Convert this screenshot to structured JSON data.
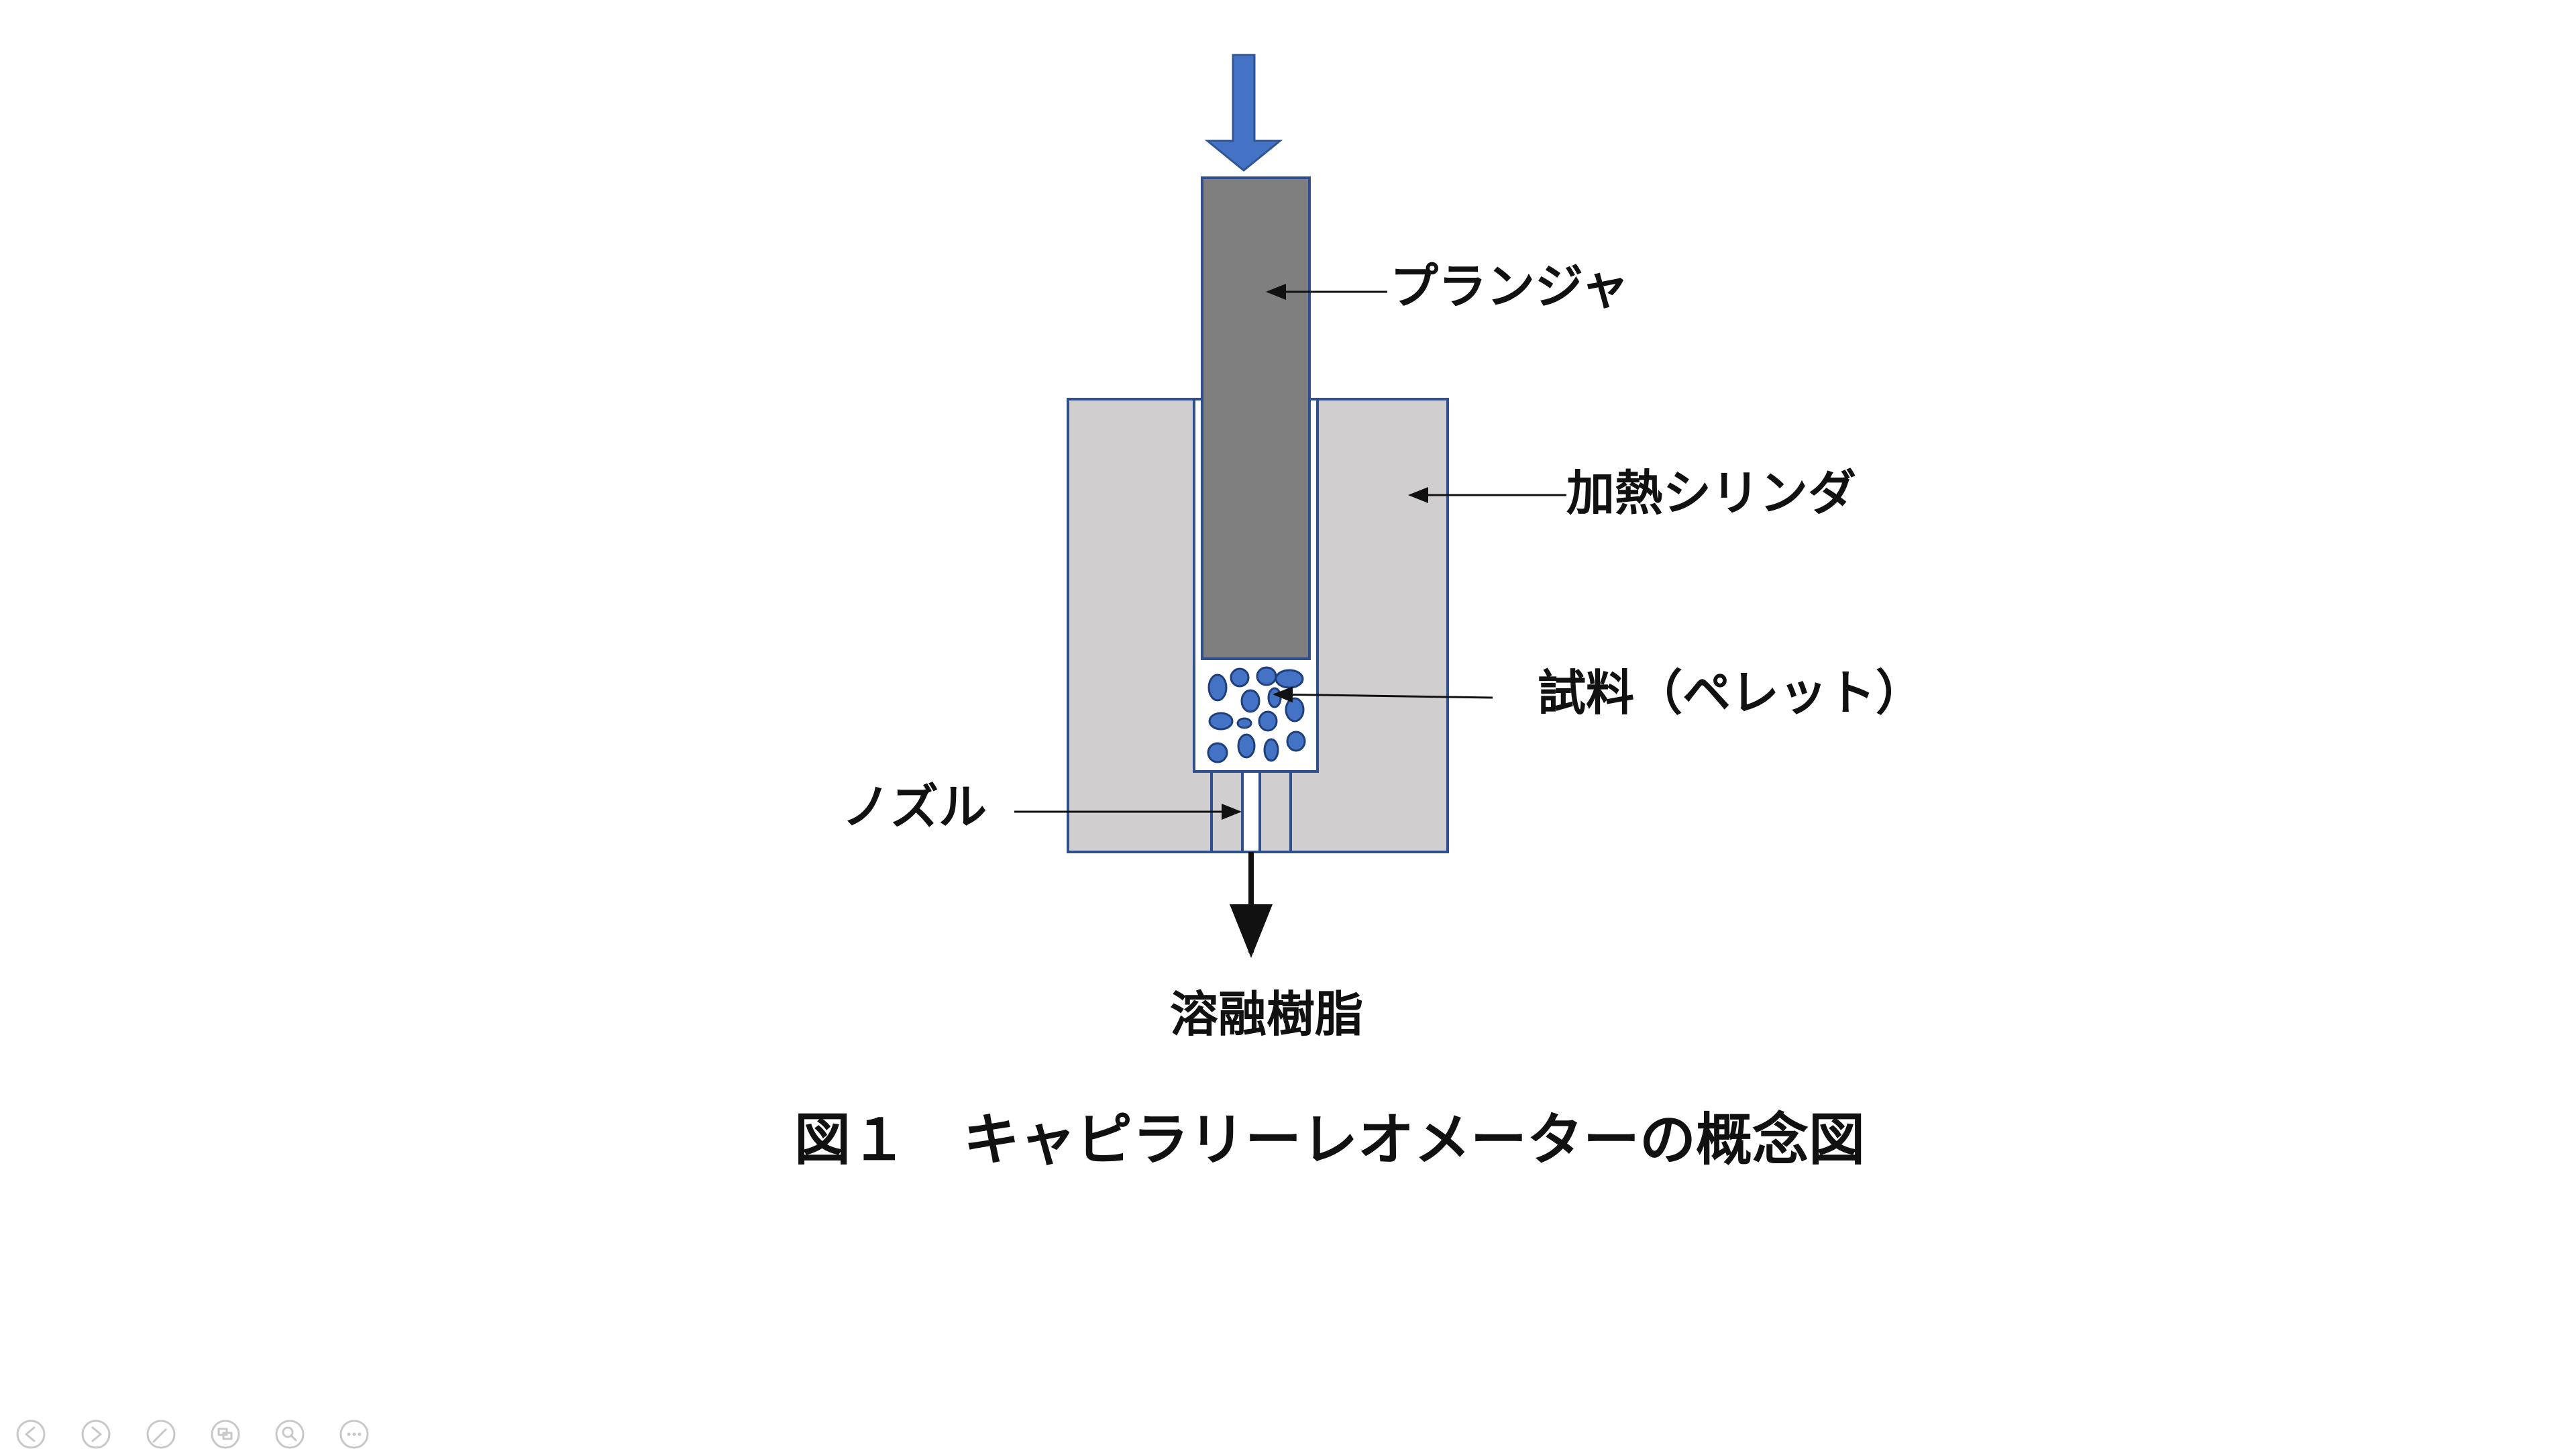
{
  "diagram": {
    "labels": {
      "plunger": "プランジャ",
      "heating_cylinder": "加熱シリンダ",
      "sample": "試料（ペレット）",
      "nozzle": "ノズル",
      "molten_resin": "溶融樹脂"
    },
    "caption": "図１　キャピラリーレオメーターの概念図",
    "colors": {
      "arrow": "#4472C4",
      "plunger_fill": "#7F7F7F",
      "cylinder_fill": "#D0CECE",
      "outline": "#2F4F8F",
      "pellet": "#4472C4",
      "pellet_stroke": "#1F3F7A"
    }
  },
  "slide_controls": [
    {
      "icon": "previous-slide-icon"
    },
    {
      "icon": "next-slide-icon"
    },
    {
      "icon": "pen-icon"
    },
    {
      "icon": "slides-overview-icon"
    },
    {
      "icon": "zoom-icon"
    },
    {
      "icon": "more-options-icon"
    }
  ]
}
